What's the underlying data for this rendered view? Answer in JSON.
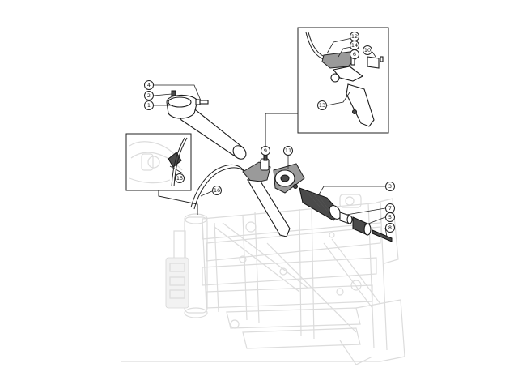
{
  "diagram": {
    "callouts": [
      {
        "label": "4"
      },
      {
        "label": "2"
      },
      {
        "label": "1"
      },
      {
        "label": "12"
      },
      {
        "label": "14"
      },
      {
        "label": "6"
      },
      {
        "label": "10"
      },
      {
        "label": "13"
      },
      {
        "label": "9"
      },
      {
        "label": "11"
      },
      {
        "label": "15"
      },
      {
        "label": "16"
      },
      {
        "label": "3"
      },
      {
        "label": "7"
      },
      {
        "label": "5"
      },
      {
        "label": "8"
      }
    ]
  }
}
